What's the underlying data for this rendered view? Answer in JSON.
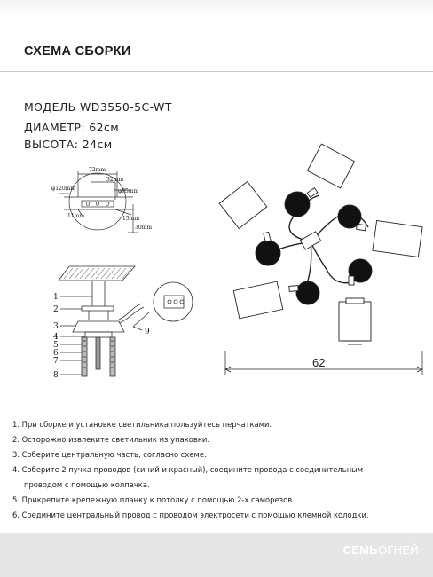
{
  "header": {
    "title": "СХЕМА СБОРКИ"
  },
  "specs": {
    "model": "МОДЕЛЬ WD3550-5C-WT",
    "diameter": "ДИАМЕТР: 62см",
    "height": "ВЫСОТА: 24см"
  },
  "canopy_diagram": {
    "dim_72": "72mm",
    "dim_32": "32mm",
    "dim_120": "φ120mm",
    "dim_95": "φ95mm",
    "dim_11": "11mm",
    "dim_15": "15mm",
    "dim_30": "30mm"
  },
  "exploded_diagram": {
    "part_numbers": [
      "1",
      "2",
      "3",
      "4",
      "5",
      "6",
      "7",
      "8",
      "9"
    ]
  },
  "top_view": {
    "diameter_label": "62"
  },
  "steps": [
    "1. При сборке и установке светильника пользуйтесь перчатками.",
    "2. Осторожно извлеките светильник из упаковки.",
    "3. Соберите центральную часть, согласно схеме.",
    "4. Соберите 2 пучка проводов (синий и красный), соедините провода с соединительным",
    "проводом с помощью колпачка.",
    "5. Прикрепите крепежную планку к потолку с помощью 2-х саморезов.",
    "6. Соедините центральный провод с проводом электросети с помощью клемной колодки."
  ],
  "brand": {
    "part1": "СЕМЬ",
    "part2": "ОГНЕЙ"
  }
}
